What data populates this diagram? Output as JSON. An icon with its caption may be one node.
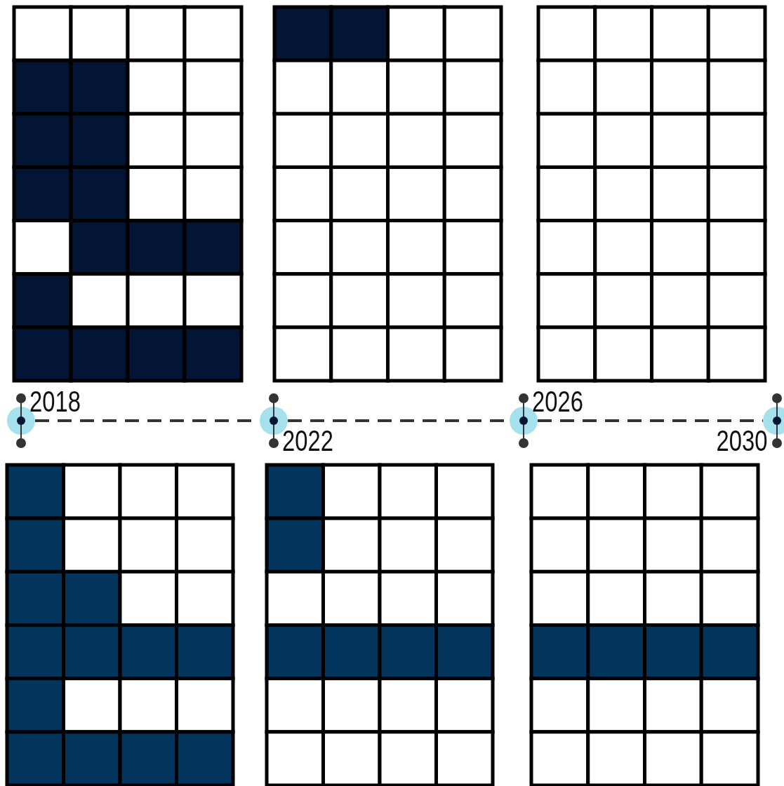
{
  "diagram": {
    "nodes": [
      {
        "text": [],
        "shape": "circle",
        "beside": [
          "2018"
        ]
      },
      {
        "text": [],
        "shape": "circle",
        "beside": [
          "2022"
        ]
      },
      {
        "text": [],
        "shape": "circle",
        "beside": [
          "2026"
        ]
      },
      {
        "text": [],
        "shape": "circle",
        "beside": [
          "2030"
        ]
      }
    ],
    "edges": [
      {
        "from": 0,
        "to": 1,
        "arrow": "none",
        "style": "dashed"
      },
      {
        "from": 1,
        "to": 2,
        "arrow": "none",
        "style": "dashed"
      },
      {
        "from": 2,
        "to": 3,
        "arrow": "none",
        "style": "dashed"
      }
    ]
  }
}
